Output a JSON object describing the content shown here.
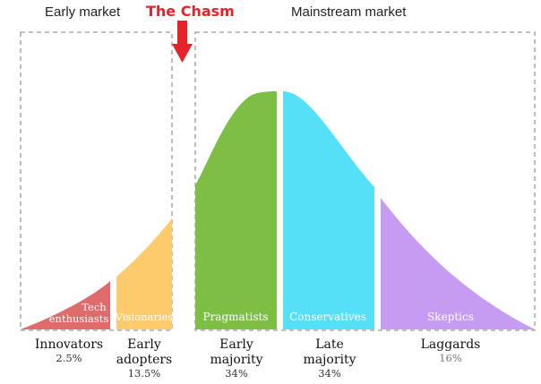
{
  "headings": {
    "early_market": "Early market",
    "chasm": "The Chasm",
    "mainstream_market": "Mainstream market"
  },
  "segments": [
    {
      "key": "innovators",
      "inner_label_lines": [
        "Tech",
        "enthusiasts"
      ],
      "name_lines": [
        "Innovators"
      ],
      "percent": "2.5%",
      "color": "#e06b6b"
    },
    {
      "key": "early_adopters",
      "inner_label_lines": [
        "Visionaries"
      ],
      "name_lines": [
        "Early",
        "adopters"
      ],
      "percent": "13.5%",
      "color": "#fdcb6b"
    },
    {
      "key": "early_majority",
      "inner_label_lines": [
        "Pragmatists"
      ],
      "name_lines": [
        "Early",
        "majority"
      ],
      "percent": "34%",
      "color": "#7cbf44"
    },
    {
      "key": "late_majority",
      "inner_label_lines": [
        "Conservatives"
      ],
      "name_lines": [
        "Late",
        "majority"
      ],
      "percent": "34%",
      "color": "#56e0f7"
    },
    {
      "key": "laggards",
      "inner_label_lines": [
        "Skeptics"
      ],
      "name_lines": [
        "Laggards"
      ],
      "percent": "16%",
      "color": "#c69cf3"
    }
  ],
  "colors": {
    "chasm_arrow": "#e4242b",
    "dashed_border": "#999999"
  }
}
